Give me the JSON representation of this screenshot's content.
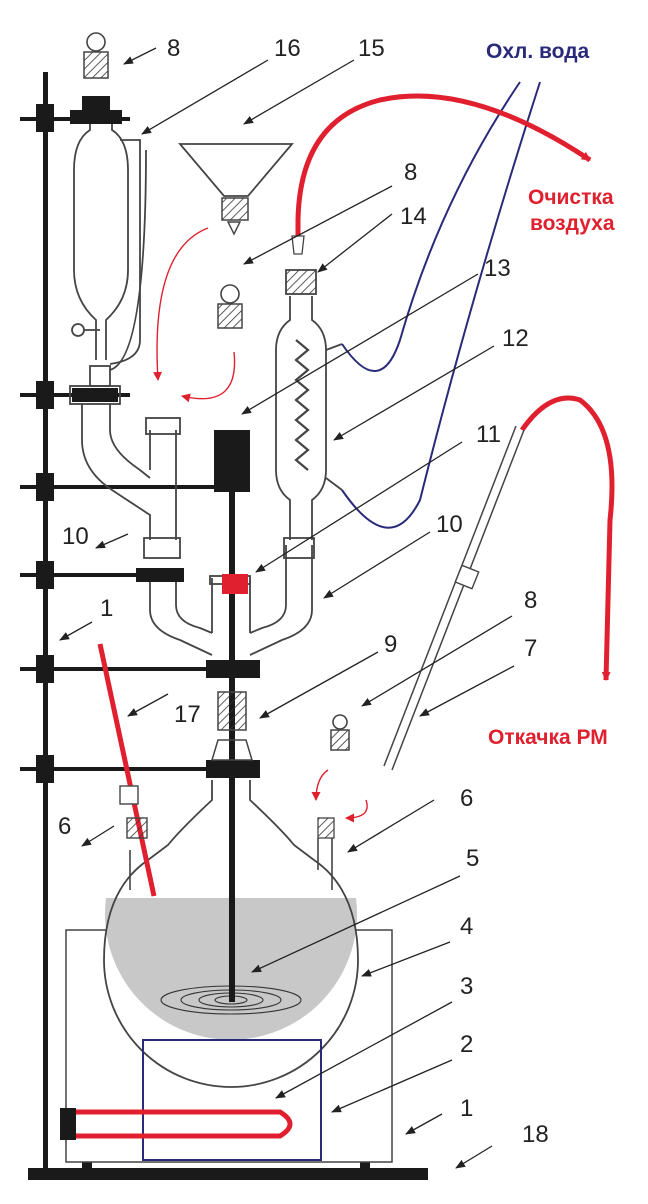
{
  "labels": {
    "cooling_water": "Охл. вода",
    "air_purification_line1": "Очистка",
    "air_purification_line2": "воздуха",
    "evacuation": "Откачка РМ"
  },
  "numbers": {
    "n8_top": "8",
    "n16": "16",
    "n15": "15",
    "n8_mid": "8",
    "n14": "14",
    "n13": "13",
    "n12": "12",
    "n11": "11",
    "n10_left": "10",
    "n10_right": "10",
    "n1_upper": "1",
    "n17": "17",
    "n9": "9",
    "n8_right": "8",
    "n7": "7",
    "n6_left": "6",
    "n6_right": "6",
    "n5": "5",
    "n4": "4",
    "n3": "3",
    "n2": "2",
    "n1_lower": "1",
    "n18": "18"
  },
  "colors": {
    "red": "#e0202e",
    "blue": "#2a2a7a",
    "liquid": "#c8c8c8",
    "black": "#1a1a1a"
  }
}
